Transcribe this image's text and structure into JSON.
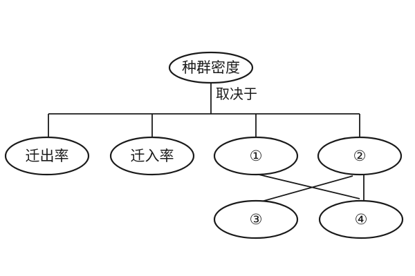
{
  "diagram": {
    "root": {
      "label": "种群密度"
    },
    "relation_label": "取决于",
    "factors": [
      {
        "label": "迁出率"
      },
      {
        "label": "迁入率"
      },
      {
        "label": "①"
      },
      {
        "label": "②"
      }
    ],
    "sub_factors": [
      {
        "label": "③"
      },
      {
        "label": "④"
      }
    ]
  }
}
